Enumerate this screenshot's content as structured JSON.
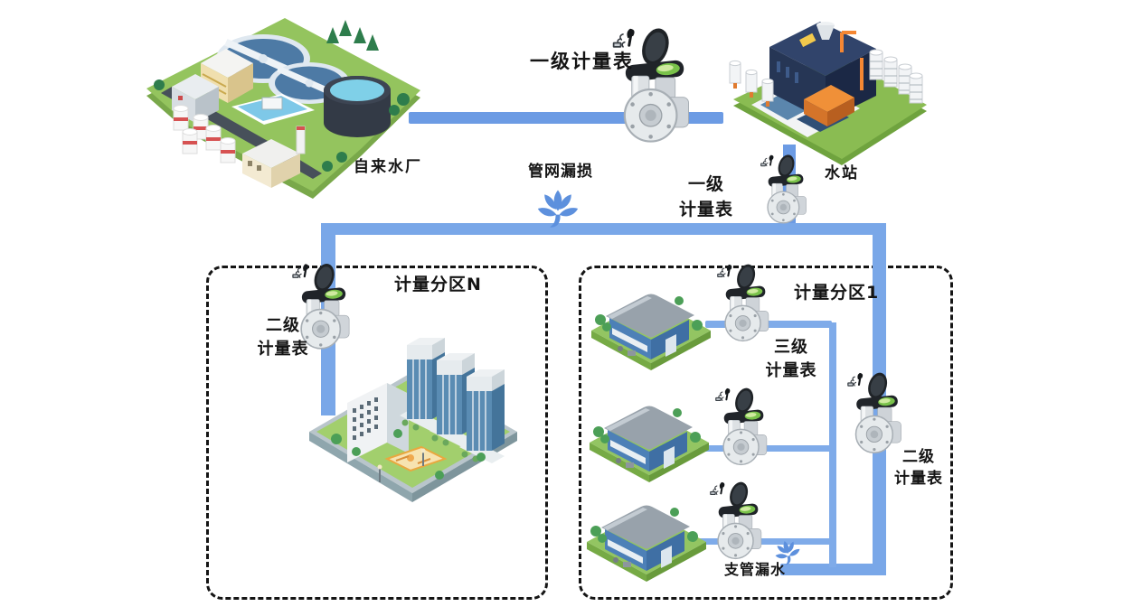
{
  "canvas": {
    "width": "1263",
    "height": "682"
  },
  "palette": {
    "pipe_main": "#6c9be4",
    "pipe_branch": "#79a7e8",
    "pipe_thin": "#7fabe9",
    "leak_blue": "#5d90dd",
    "box_border": "#151515",
    "text": "#141414",
    "background": "#ffffff"
  },
  "plant": {
    "label": "自来水厂"
  },
  "station": {
    "label": "水站"
  },
  "meters": {
    "primary_top": {
      "label": "一级计量表"
    },
    "primary_station": {
      "line1": "一级",
      "line2": "计量表"
    },
    "secondary_zone_n": {
      "line1": "二级",
      "line2": "计量表"
    },
    "secondary_zone_1": {
      "line1": "二级",
      "line2": "计量表"
    },
    "tertiary_zone_1": {
      "line1": "三级",
      "line2": "计量表"
    }
  },
  "zones": {
    "zone_n": {
      "label": "计量分区N"
    },
    "zone_1": {
      "label": "计量分区1"
    }
  },
  "leaks": {
    "network": {
      "label": "管网漏损"
    },
    "branch": {
      "label": "支管漏水"
    }
  },
  "icons": {
    "leak": "water-splash-icon",
    "meter": "smart-water-meter-icon",
    "antenna": "wireless-signal-icon"
  }
}
